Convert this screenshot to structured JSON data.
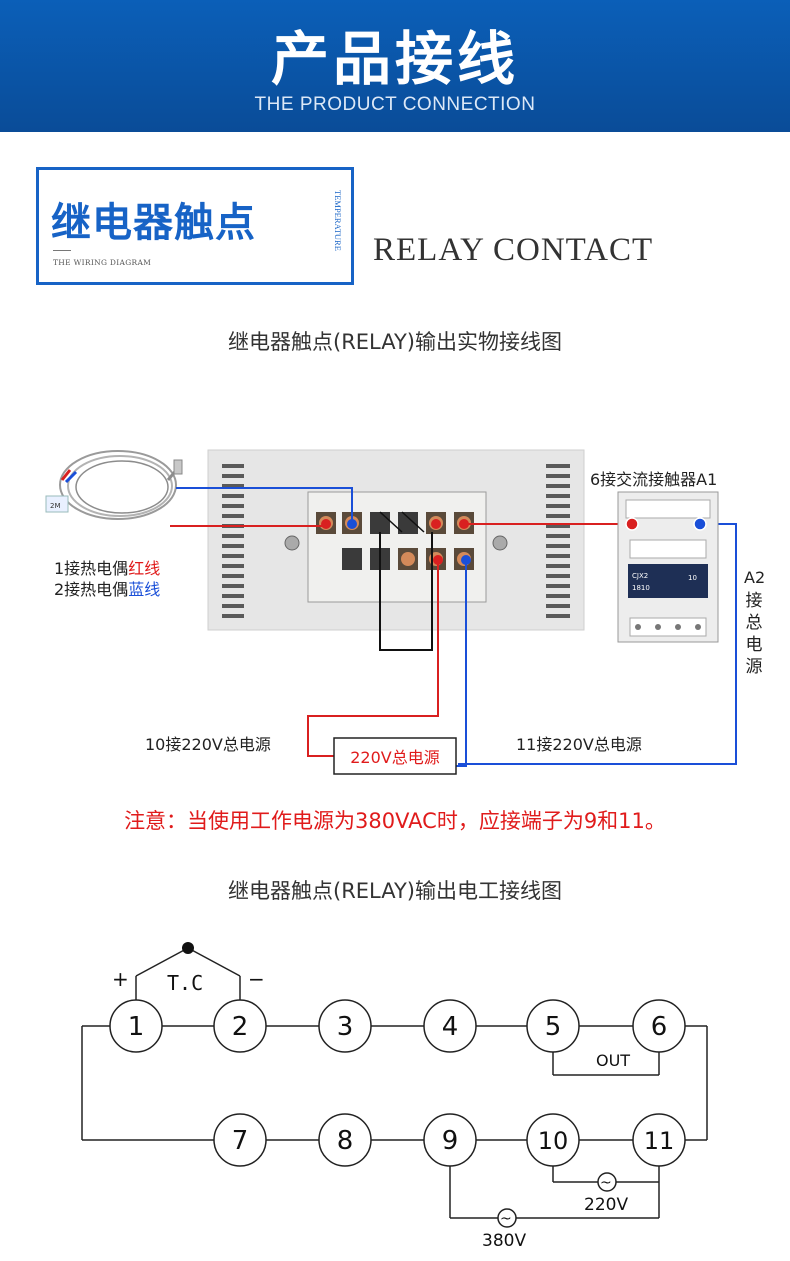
{
  "header": {
    "title": "产品接线",
    "subtitle": "THE PRODUCT CONNECTION"
  },
  "section": {
    "badge_title": "继电器触点",
    "badge_sub": "THE WIRING DIAGRAM",
    "badge_vertical": "TEMPERATURE",
    "title_en": "RELAY CONTACT"
  },
  "physical_diagram": {
    "caption": "继电器触点(RELAY)输出实物接线图",
    "thermocouple_label": "2M",
    "tc_red_prefix": "1接热电偶",
    "tc_red_color": "红线",
    "tc_blue_prefix": "2接热电偶",
    "tc_blue_color": "蓝线",
    "contactor_title": "6接交流接触器A1",
    "contactor_model": "CJX2",
    "contactor_code": "1810",
    "contactor_rating": "10",
    "a2_label": "A2",
    "a2_vertical": "接总电源",
    "left_power": "10接220V总电源",
    "right_power": "11接220V总电源",
    "power_box": "220V总电源"
  },
  "note": "注意：当使用工作电源为380VAC时，应接端子为9和11。",
  "schematic": {
    "caption": "继电器触点(RELAY)输出电工接线图",
    "tc_label": "T.C",
    "plus": "+",
    "minus": "−",
    "out_label": "OUT",
    "v220": "220V",
    "v380": "380V",
    "ac_symbol": "~",
    "terminals_top": [
      "1",
      "2",
      "3",
      "4",
      "5",
      "6"
    ],
    "terminals_bottom": [
      "7",
      "8",
      "9",
      "10",
      "11"
    ]
  },
  "colors": {
    "brand_blue": "#1763c6",
    "wire_red": "#d92020",
    "wire_blue": "#1a4fd8"
  }
}
